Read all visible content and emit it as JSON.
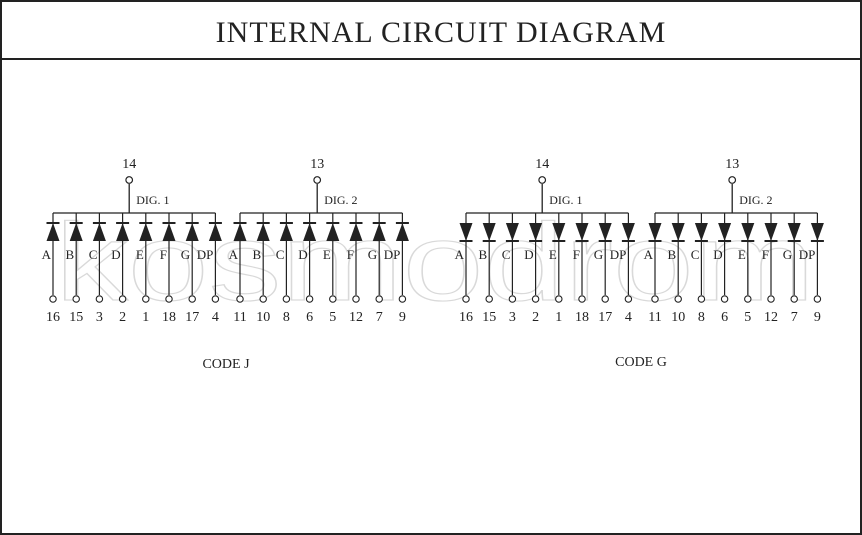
{
  "title": "INTERNAL CIRCUIT DIAGRAM",
  "watermark": "kosmodrom",
  "colors": {
    "ink": "#222222",
    "watermark": "#d9d9d9",
    "background": "#ffffff"
  },
  "segment_labels": [
    "A",
    "B",
    "C",
    "D",
    "E",
    "F",
    "G",
    "DP"
  ],
  "variants": [
    {
      "code": "CODE J",
      "anode_direction": "up",
      "digits": [
        {
          "label": "DIG. 1",
          "common_pin": "14",
          "pins": [
            "16",
            "15",
            "3",
            "2",
            "1",
            "18",
            "17",
            "4"
          ]
        },
        {
          "label": "DIG. 2",
          "common_pin": "13",
          "pins": [
            "11",
            "10",
            "8",
            "6",
            "5",
            "12",
            "7",
            "9"
          ]
        }
      ]
    },
    {
      "code": "CODE G",
      "anode_direction": "down",
      "digits": [
        {
          "label": "DIG. 1",
          "common_pin": "14",
          "pins": [
            "16",
            "15",
            "3",
            "2",
            "1",
            "18",
            "17",
            "4"
          ]
        },
        {
          "label": "DIG. 2",
          "common_pin": "13",
          "pins": [
            "11",
            "10",
            "8",
            "6",
            "5",
            "12",
            "7",
            "9"
          ]
        }
      ]
    }
  ]
}
